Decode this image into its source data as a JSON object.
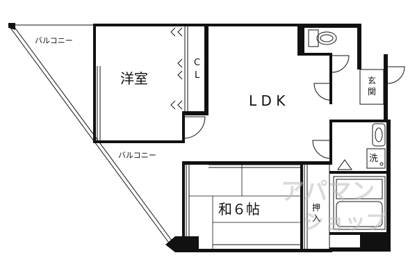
{
  "floor_plan": {
    "rooms": {
      "western_room": "洋室",
      "closet_top": "C",
      "closet_bottom": "L",
      "ldk": "L D K",
      "japanese_room": "和６帖",
      "oshiire_top": "押",
      "oshiire_bottom": "入",
      "genkan_top": "玄",
      "genkan_bottom": "関",
      "washer": "洗"
    },
    "balcony_upper": "バルコニー",
    "balcony_lower": "バルコニー"
  },
  "watermark": {
    "line1": "アパマン",
    "line2": "ショップ"
  }
}
